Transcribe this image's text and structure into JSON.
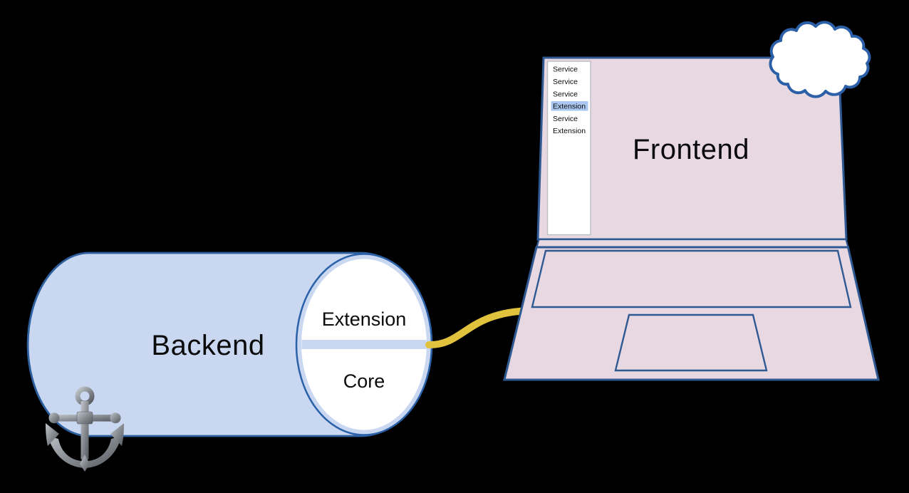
{
  "canvas": {
    "background": "#000000"
  },
  "backend": {
    "title": "Backend",
    "cap_top_label": "Extension",
    "cap_bottom_label": "Core",
    "body_fill": "#c9d7f1",
    "body_stroke": "#2e5f9f",
    "cap_fill": "#ffffff",
    "cap_stroke": "#2b61a9",
    "divider_fill": "#c9d7f1",
    "badge_icon": "anchor-icon"
  },
  "connector": {
    "color": "#e1c23c"
  },
  "frontend": {
    "title": "Frontend",
    "body_fill": "#e8d8e1",
    "body_stroke": "#2e5992",
    "badge_icon": "cloud-icon",
    "sidebar": {
      "fill": "#ffffff",
      "border": "#b9bec5",
      "text_color": "#111111",
      "selection_color": "#a9c7ef",
      "selected_index": 3,
      "items": [
        "Service",
        "Service",
        "Service",
        "Extension",
        "Service",
        "Extension"
      ]
    }
  },
  "cloud": {
    "fill": "#ffffff",
    "stroke": "#2b5fa8"
  },
  "anchor": {
    "metal_light": "#c2c7cc",
    "metal_mid": "#888d93",
    "metal_dark": "#55595f"
  }
}
